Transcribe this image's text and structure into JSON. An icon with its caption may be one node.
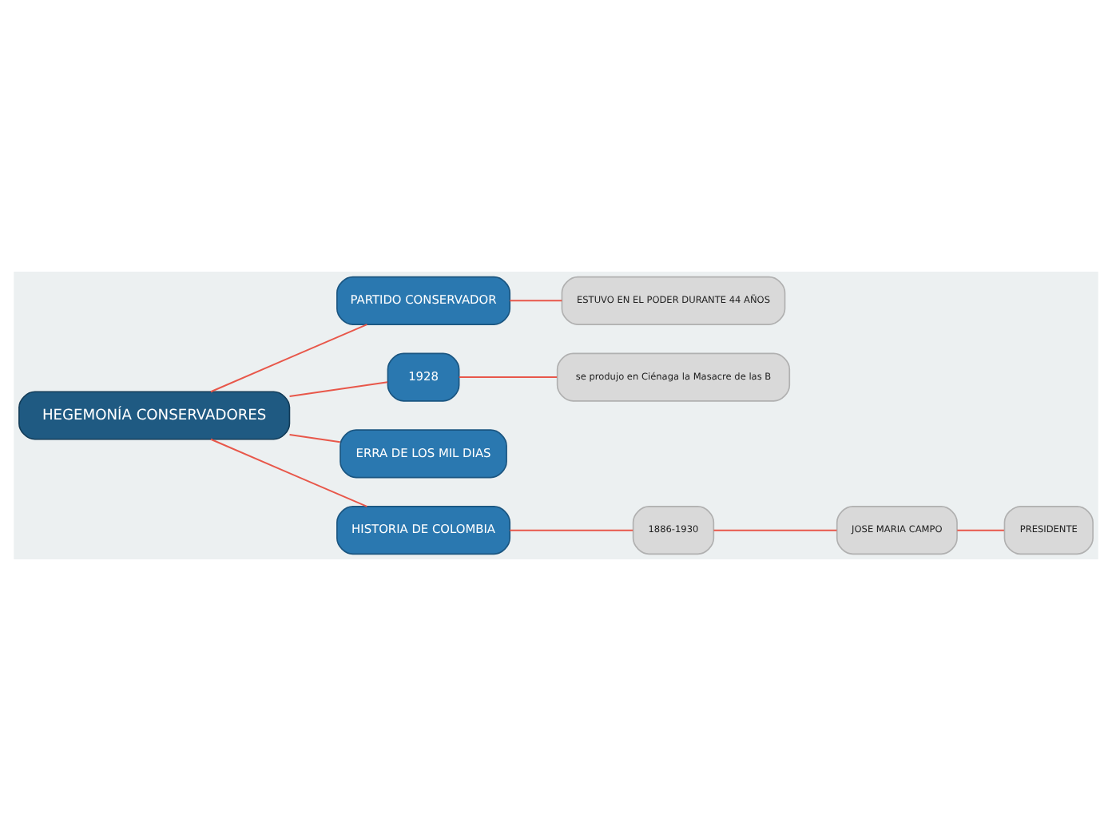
{
  "diagram": {
    "nodes": [
      {
        "text": [
          "PARTIDO CONSERVADOR"
        ]
      },
      {
        "text": [
          "ESTUVO EN EL PODER DURANTE 44 AÑOS"
        ]
      },
      {
        "text": [
          "HEGEMONÍA CONSERVADORES"
        ]
      },
      {
        "text": [
          "1928"
        ]
      },
      {
        "text": [
          "se produjo en Ciénaga la Masacre de las B"
        ]
      },
      {
        "text": [
          "ERRA DE LOS MIL DIAS"
        ]
      },
      {
        "text": [
          "HISTORIA DE COLOMBIA"
        ]
      },
      {
        "text": [
          "1886-1930"
        ]
      },
      {
        "text": [
          "JOSE MARIA CAMPO"
        ]
      },
      {
        "text": [
          "PRESIDENTE"
        ]
      }
    ],
    "edges": [
      {
        "from": 2,
        "to": 0,
        "arrow": "none"
      },
      {
        "from": 0,
        "to": 1,
        "arrow": "none"
      },
      {
        "from": 2,
        "to": 3,
        "arrow": "none"
      },
      {
        "from": 3,
        "to": 4,
        "arrow": "none"
      },
      {
        "from": 2,
        "to": 5,
        "arrow": "none"
      },
      {
        "from": 2,
        "to": 6,
        "arrow": "none"
      },
      {
        "from": 6,
        "to": 7,
        "arrow": "none"
      },
      {
        "from": 7,
        "to": 8,
        "arrow": "none"
      },
      {
        "from": 8,
        "to": 9,
        "arrow": "none"
      }
    ]
  }
}
